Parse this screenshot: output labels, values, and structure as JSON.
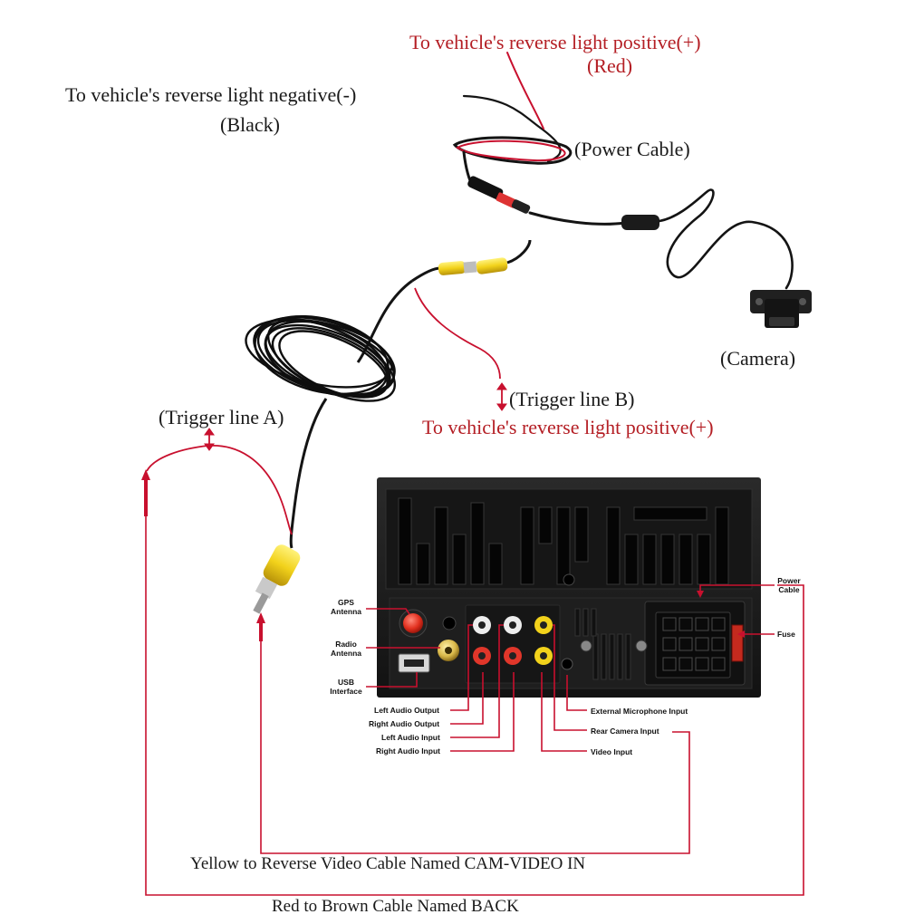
{
  "labels": {
    "reverse_positive_top": "To vehicle's reverse light positive(+)",
    "red_top": "(Red)",
    "reverse_negative": "To vehicle's reverse light negative(-)",
    "black": "(Black)",
    "power_cable": "(Power Cable)",
    "camera": "(Camera)",
    "trigger_b": "(Trigger line B)",
    "reverse_positive_b": "To vehicle's reverse light positive(+)",
    "trigger_a": "(Trigger line A)",
    "yellow_note": "Yellow to Reverse Video Cable Named CAM-VIDEO IN",
    "red_note": "Red to Brown Cable Named BACK"
  },
  "ports": {
    "gps": "GPS\nAntenna",
    "radio": "Radio\nAntenna",
    "usb": "USB\nInterface",
    "left_audio_output": "Left Audio Output",
    "right_audio_output": "Right Audio Output",
    "left_audio_input": "Left Audio Input",
    "right_audio_input": "Right Audio Input",
    "external_mic": "External Microphone Input",
    "rear_camera": "Rear Camera Input",
    "video_input": "Video Input",
    "power_cable": "Power\nCable",
    "fuse": "Fuse"
  },
  "colors": {
    "red_line": "#c8102e",
    "red_text": "#b41e24",
    "cable_black": "#141414",
    "rca_yellow": "#f2d21b",
    "unit_body": "#1c1c1c"
  },
  "icons": [
    "rca-yellow-connector-icon",
    "camera-module-icon",
    "gps-antenna-port-icon",
    "usb-port-icon",
    "wiring-harness-icon",
    "fuse-icon"
  ]
}
